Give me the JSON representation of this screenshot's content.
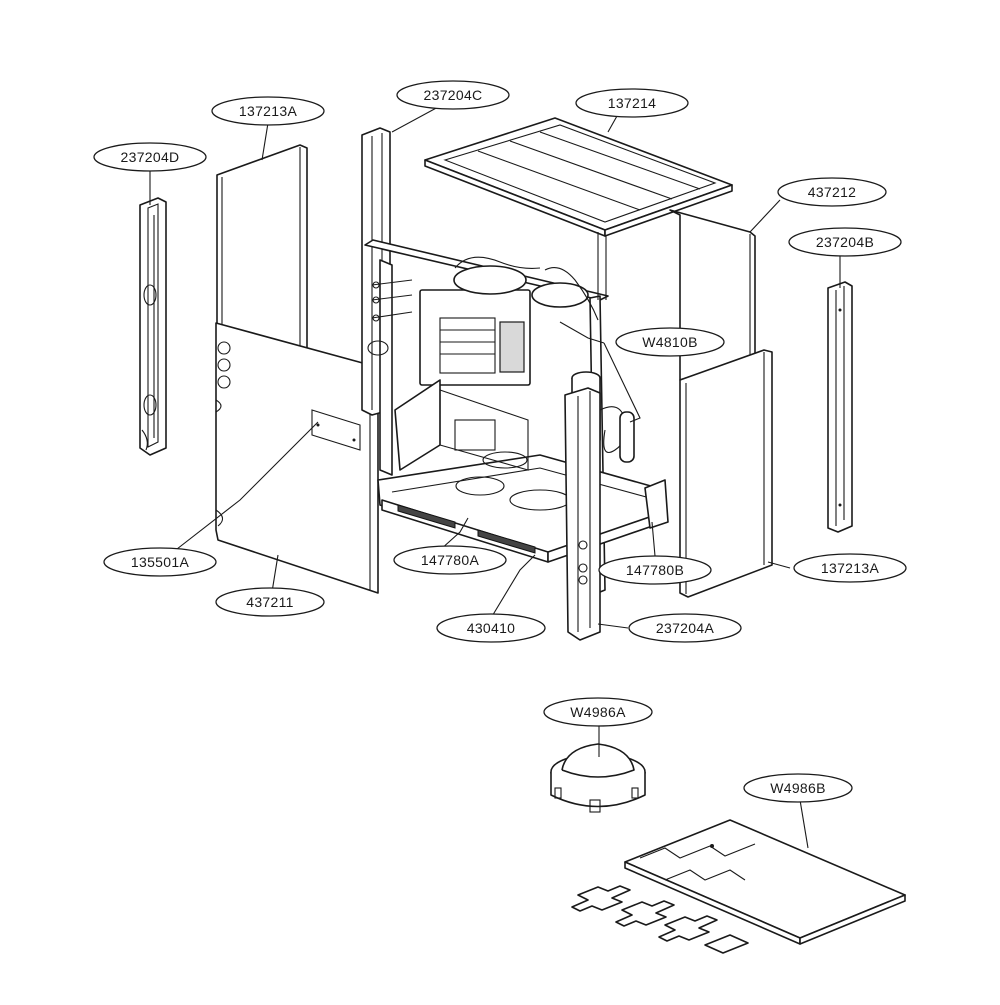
{
  "diagram": {
    "callouts": [
      {
        "id": "c-237204D",
        "label": "237204D"
      },
      {
        "id": "c-137213A-top",
        "label": "137213A"
      },
      {
        "id": "c-237204C",
        "label": "237204C"
      },
      {
        "id": "c-137214",
        "label": "137214"
      },
      {
        "id": "c-437212",
        "label": "437212"
      },
      {
        "id": "c-237204B",
        "label": "237204B"
      },
      {
        "id": "c-W4810B",
        "label": "W4810B"
      },
      {
        "id": "c-135501A",
        "label": "135501A"
      },
      {
        "id": "c-437211",
        "label": "437211"
      },
      {
        "id": "c-147780A",
        "label": "147780A"
      },
      {
        "id": "c-430410",
        "label": "430410"
      },
      {
        "id": "c-147780B",
        "label": "147780B"
      },
      {
        "id": "c-137213A-bottom",
        "label": "137213A"
      },
      {
        "id": "c-237204A",
        "label": "237204A"
      },
      {
        "id": "c-W4986A",
        "label": "W4986A"
      },
      {
        "id": "c-W4986B",
        "label": "W4986B"
      }
    ]
  }
}
